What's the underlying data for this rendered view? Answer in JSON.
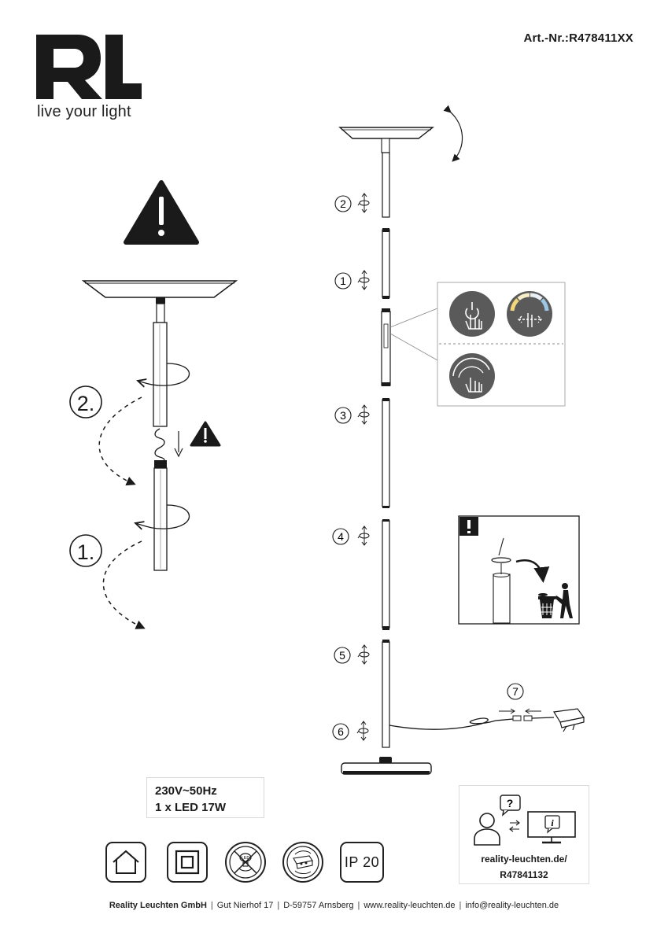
{
  "brand": {
    "logo_text": "RL",
    "tagline": "live your light"
  },
  "article_number": "Art.-Nr.:R478411XX",
  "assembly_labels": {
    "large_steps": [
      "2.",
      "1."
    ],
    "steps": [
      "2",
      "1",
      "3",
      "4",
      "5",
      "6",
      "7"
    ]
  },
  "specs": {
    "voltage": "230V~50Hz",
    "led": "1 x LED 17W"
  },
  "symbols": [
    {
      "icon": "indoor-use-icon"
    },
    {
      "icon": "protection-class-ii-icon"
    },
    {
      "icon": "led-not-replaceable-icon"
    },
    {
      "icon": "driver-not-replaceable-icon"
    },
    {
      "icon": "ip-rating-icon",
      "label": "IP 20"
    }
  ],
  "support": {
    "url": "reality-leuchten.de/",
    "code": "R47841132"
  },
  "footer": {
    "company": "Reality Leuchten GmbH",
    "address": "Gut Nierhof 17",
    "city": "D-59757 Arnsberg",
    "website": "www.reality-leuchten.de",
    "email": "info@reality-leuchten.de"
  },
  "colors": {
    "ink": "#1a1a1a",
    "panel_gray": "#555555",
    "touch_button_bg": "#5a5a5a"
  }
}
